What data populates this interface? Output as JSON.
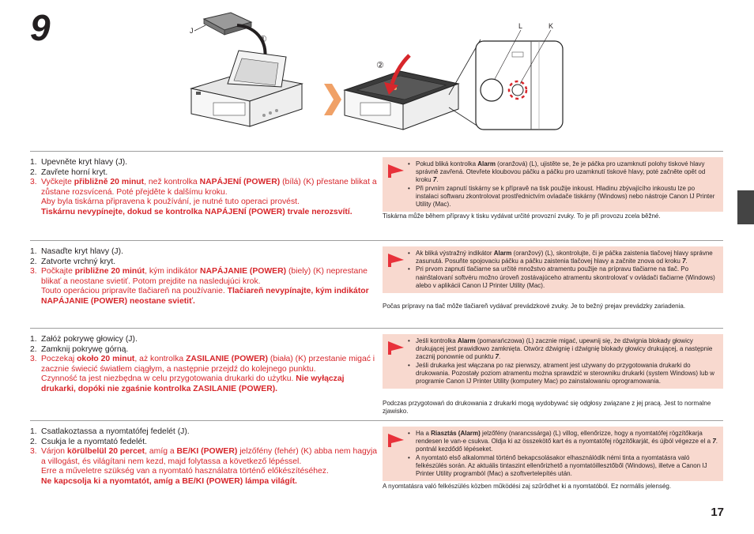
{
  "step_number": "9",
  "page_number": "17",
  "illustration": {
    "label_j": "J",
    "label_l": "L",
    "label_k": "K",
    "circle_1": "①",
    "circle_2": "②"
  },
  "colors": {
    "accent_red": "#d7262b",
    "note_bg": "#f8d9cf",
    "flag": "#e8313a"
  },
  "sections": [
    {
      "lang": "cs",
      "steps": {
        "s1": "Upevněte kryt hlavy (J).",
        "s2": "Zavřete horní kryt.",
        "s3a": "Vyčkejte ",
        "s3b": "přibližně 20 minut",
        "s3c": ", než kontrolka ",
        "s3d": "NAPÁJENÍ (POWER)",
        "s3e": " (bílá) (K) přestane blikat a zůstane rozsvícená. Poté přejděte k dalšímu kroku.",
        "p1": "Aby byla tiskárna připravena k používání, je nutné tuto operaci provést.",
        "p2": "Tiskárnu nevypínejte, dokud se kontrolka NAPÁJENÍ (POWER) trvale nerozsvítí."
      },
      "note": {
        "b1a": "Pokud bliká kontrolka ",
        "b1b": "Alarm",
        "b1c": " (oranžová) (L), ujistěte se, že je páčka pro uzamknutí polohy tiskové hlavy správně zavřená. Otevřete kloubovou páčku a páčku pro uzamknutí tiskové hlavy, poté začněte opět od kroku ",
        "b1d": "7",
        "b1e": ".",
        "b2": "Při prvním zapnutí tiskárny se k přípravě na tisk použije inkoust. Hladinu zbývajícího inkoustu lze po instalaci softwaru zkontrolovat prostřednictvím ovladače tiskárny (Windows) nebo nástroje Canon IJ Printer Utility (Mac)."
      },
      "extra": "Tiskárna může během přípravy k tisku vydávat určité provozní zvuky. To je při provozu zcela běžné."
    },
    {
      "lang": "sk",
      "steps": {
        "s1": "Nasaďte kryt hlavy (J).",
        "s2": "Zatvorte vrchný kryt.",
        "s3a": "Počkajte ",
        "s3b": "približne 20 minút",
        "s3c": ", kým indikátor ",
        "s3d": "NAPÁJANIE (POWER)",
        "s3e": " (biely) (K) neprestane blikať a neostane svietiť. Potom prejdite na nasledujúci krok.",
        "p1": "Touto operáciou pripravíte tlačiareň na používanie. ",
        "p2": "Tlačiareň nevypínajte, kým indikátor NAPÁJANIE (POWER) neostane svietiť."
      },
      "note": {
        "b1a": "Ak bliká výstražný indikátor ",
        "b1b": "Alarm",
        "b1c": " (oranžový) (L), skontrolujte, či je páčka zaistenia tlačovej hlavy správne zasunutá. Posuňte spojovaciu páčku a páčku zaistenia tlačovej hlavy a začnite znova od kroku ",
        "b1d": "7",
        "b1e": ".",
        "b2": "Pri prvom zapnutí tlačiarne sa určité množstvo atramentu použije na prípravu tlačiarne na tlač. Po nainštalovaní softvéru možno úroveň zostávajúceho atramentu skontrolovať v ovládači tlačiarne (Windows) alebo v aplikácii Canon IJ Printer Utility (Mac)."
      },
      "extra": "Počas prípravy na tlač môže tlačiareň vydávať prevádzkové zvuky. Je to bežný prejav prevádzky zariadenia."
    },
    {
      "lang": "pl",
      "steps": {
        "s1": "Załóż pokrywę głowicy (J).",
        "s2": "Zamknij pokrywę górną.",
        "s3a": "Poczekaj ",
        "s3b": "około 20 minut",
        "s3c": ", aż kontrolka ",
        "s3d": "ZASILANIE (POWER)",
        "s3e": " (biała) (K) przestanie migać i zacznie świecić światłem ciągłym, a następnie przejdź do kolejnego punktu.",
        "p1": "Czynność ta jest niezbędna w celu przygotowania drukarki do użytku. ",
        "p2": "Nie wyłączaj drukarki, dopóki nie zgaśnie kontrolka ZASILANIE (POWER)."
      },
      "note": {
        "b1a": "Jeśli kontrolka ",
        "b1b": "Alarm",
        "b1c": " (pomarańczowa) (L) zacznie migać, upewnij się, że dźwignia blokady głowicy drukującej jest prawidłowo zamknięta. Otwórz dźwignię i dźwignię blokady głowicy drukującej, a następnie zacznij ponownie od punktu ",
        "b1d": "7",
        "b1e": ".",
        "b2": "Jeśli drukarka jest włączana po raz pierwszy, atrament jest używany do przygotowania drukarki do drukowania. Pozostały poziom atramentu można sprawdzić w sterowniku drukarki (system Windows) lub w programie Canon IJ Printer Utility (komputery Mac) po zainstalowaniu oprogramowania."
      },
      "extra": "Podczas przygotowań do drukowania z drukarki mogą wydobywać się odgłosy związane z jej pracą. Jest to normalne zjawisko."
    },
    {
      "lang": "hu",
      "steps": {
        "s1": "Csatlakoztassa a nyomtatófej fedelét (J).",
        "s2": "Csukja le a nyomtató fedelét.",
        "s3a": "Várjon ",
        "s3b": "körülbelül 20 percet",
        "s3c": ", amíg a ",
        "s3d": "BE/KI (POWER)",
        "s3e": " jelzőfény (fehér) (K) abba nem hagyja a villogást, és világítani nem kezd, majd folytassa a következő lépéssel.",
        "p1": "Erre a műveletre szükség van a nyomtató használatra történő előkészítéséhez.",
        "p2": "Ne kapcsolja ki a nyomtatót, amíg a BE/KI (POWER) lámpa világít."
      },
      "note": {
        "b1a": "Ha a ",
        "b1b": "Riasztás (Alarm)",
        "b1c": " jelzőfény (narancssárga) (L) villog, ellenőrizze, hogy a nyomtatófej rögzítőkarja rendesen le van-e csukva. Oldja ki az összekötő kart és a nyomtatófej rögzítőkarját, és újból végezze el a ",
        "b1d": "7",
        "b1e": ". pontnál kezdődő lépéseket.",
        "b2": "A nyomtató első alkalommal történő bekapcsolásakor elhasználódik némi tinta a nyomtatásra való felkészülés során. Az aktuális tintaszint ellenőrizhető a nyomtatóillesztőből (Windows), illetve a Canon IJ Printer Utility programból (Mac) a szoftvertelepítés után."
      },
      "extra": "A nyomtatásra való felkészülés közben működési zaj szűrődhet ki a nyomtatóból. Ez normális jelenség."
    }
  ]
}
